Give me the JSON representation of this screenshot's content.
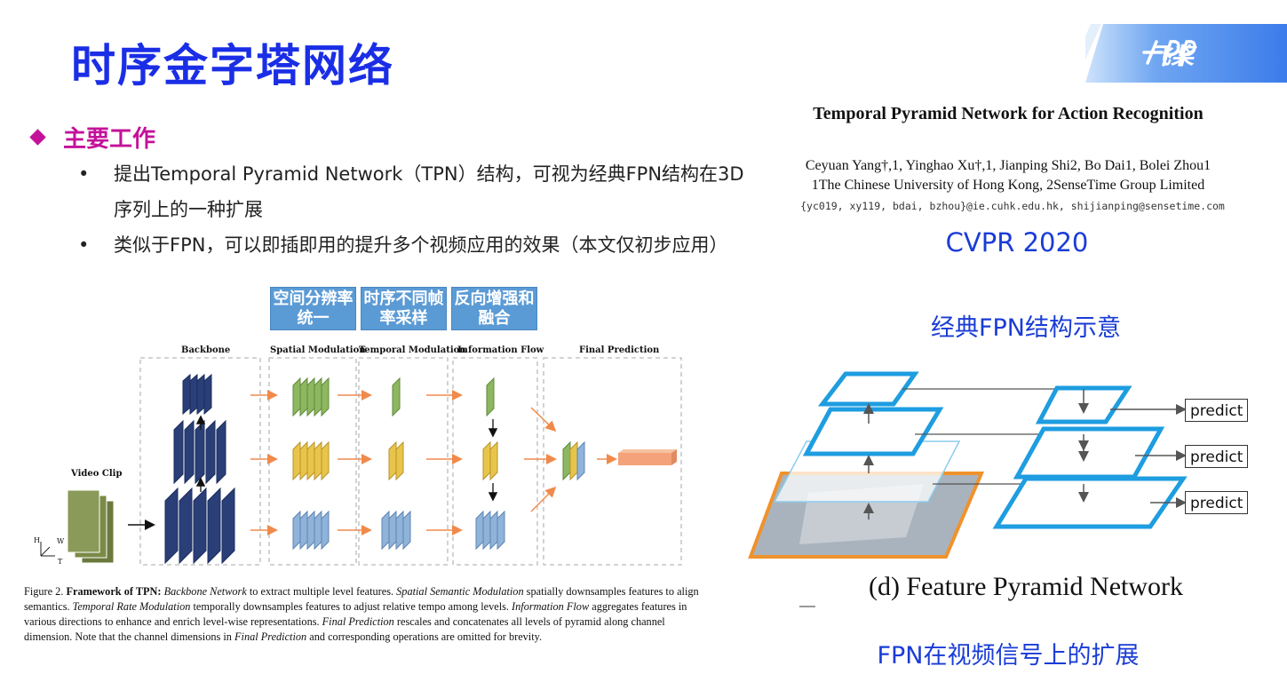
{
  "slide": {
    "title": "时序金字塔网络",
    "logo_text": "飞桨",
    "section_heading": "主要工作",
    "bullets": [
      "提出Temporal Pyramid Network（TPN）结构，可视为经典FPN结构在3D序列上的一种扩展",
      "类似于FPN，可以即插即用的提升多个视频应用的效果（本文仅初步应用）"
    ]
  },
  "tpn_figure": {
    "chips": [
      "空间分辨率统一",
      "时序不同帧率采样",
      "反向增强和融合"
    ],
    "stages": [
      "Backbone",
      "Spatial Modulation",
      "Temporal Modulation",
      "Information Flow",
      "Final Prediction"
    ],
    "input_label": "Video Clip",
    "axis_labels": {
      "h": "H",
      "w": "W",
      "t": "T"
    },
    "caption": {
      "fig_no": "Figure 2.",
      "bold": "Framework of TPN:",
      "parts": [
        {
          "i": "Backbone Network"
        },
        {
          "t": " to extract multiple level features. "
        },
        {
          "i": "Spatial Semantic Modulation"
        },
        {
          "t": " spatially downsamples features to align semantics. "
        },
        {
          "i": "Temporal Rate Modulation"
        },
        {
          "t": " temporally downsamples features to adjust relative tempo among levels. "
        },
        {
          "i": "Information Flow"
        },
        {
          "t": " aggregates features in various directions to enhance and enrich level-wise representations. "
        },
        {
          "i": "Final Prediction"
        },
        {
          "t": " rescales and concatenates all levels of pyramid along channel dimension. Note that the channel dimensions in "
        },
        {
          "i": "Final Prediction"
        },
        {
          "t": " and corresponding operations are omitted for brevity."
        }
      ]
    }
  },
  "paper": {
    "title": "Temporal Pyramid Network for Action Recognition",
    "authors_line1": "Ceyuan Yang†,1, Yinghao Xu†,1, Jianping Shi2, Bo Dai1, Bolei Zhou1",
    "authors_line2": "1The Chinese University of Hong Kong, 2SenseTime Group Limited",
    "emails": "{yc019, xy119, bdai, bzhou}@ie.cuhk.edu.hk, shijianping@sensetime.com",
    "venue": "CVPR 2020"
  },
  "fpn_figure": {
    "label": "经典FPN结构示意",
    "predict_labels": [
      "predict",
      "predict",
      "predict"
    ],
    "caption": "(d) Feature Pyramid Network",
    "extension_label": "FPN在视频信号上的扩展"
  },
  "colors": {
    "title": "#1a2ee6",
    "heading": "#c4119a",
    "accent_blue": "#1a3cd6",
    "chip": "#5b9bd5",
    "fpn_blue": "#1e9de0",
    "green": "#8db760",
    "yellow": "#e8c54a",
    "lightblue": "#8fb3d9",
    "orange_arrow": "#f08a4b"
  }
}
